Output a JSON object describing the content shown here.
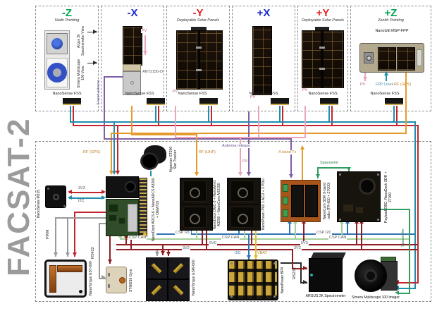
{
  "diagram_title": "FACSAT-2",
  "faces": [
    {
      "title": "-Z",
      "color": "#00a651",
      "subtitle": "Nadir Pointing",
      "view_labels": [
        "Argus 2k Spectrometer View",
        "Simera Multiscape 100 View"
      ],
      "fss_label": "NanoSense FSS"
    },
    {
      "title": "-X",
      "color": "#1c2bd0",
      "antenna_label": "ANT2150-D",
      "xband_label": "X-band antenna",
      "pv_label": "PV",
      "fss_label": "NanoSense FSS"
    },
    {
      "title": "-Y",
      "color": "#e02424",
      "subtitle": "Deployable Solar Panels",
      "pv_label": "PV",
      "fss_label": "NanoSense FSS"
    },
    {
      "title": "+X",
      "color": "#1c2bd0",
      "pv_label": "PV",
      "fss_label": "NanoSense FSS"
    },
    {
      "title": "+Y",
      "color": "#e02424",
      "subtitle": "Deployable Solar Panels",
      "pv_label": "PV",
      "fss_label": "NanoSense FSS"
    },
    {
      "title": "+Z",
      "color": "#00a651",
      "subtitle": "Zenith Pointing",
      "device_label": "NanoUtil MSP-FPP",
      "pv_label": "PV",
      "fpp_label": "FPP Lines",
      "rf_label": "RF (GPS)",
      "fss_label": "NanoSense FSS"
    }
  ],
  "components": {
    "m315": "NanoSense M315",
    "star_tracker": "Hyperion ST200 Star Tracker",
    "adcs_stack": "NanoDock ADCS-6 + NanoADCS A3200 + OEM719",
    "com_stack": "NanoDock DMC-3 + NanoMind A3200 + NanoCom AX2150",
    "eps": "NanoPower P60 1 ACU + 3 PDU",
    "xband_radio": "NanoCom SDR X-band radio (TR-600 + Z7000)",
    "payload_obc": "Payload OBC: NanoDock SDR + Z7000",
    "magnetorquer": "NanoTorque GST-600",
    "gyro": "STIM210 Gyro",
    "reaction_wheels": "NanoTorque GSW-600",
    "battery": "NanoPower BPX",
    "spectrometer": "ARGUS 2K Spectrometer",
    "imager": "Simera Multiscape 100 Imager"
  },
  "wires": {
    "rf_gps": "RF (GPS)",
    "rf_uhf": "RF (UHF)",
    "antenna_release": "Antenna release",
    "xband_antenna": "X-band antenna",
    "xband_tx": "X-band Tx",
    "spacewire": "Spacewire",
    "csp_can": "CSP CAN",
    "csp_i2c": "CSP I2C",
    "i2c": "I2C",
    "vbat": "VBAT",
    "v5": "5V0",
    "v3": "3V3",
    "pv": "PV",
    "rs422": "RS422",
    "rs232": "RS232",
    "pwm": "PWM"
  },
  "colors": {
    "i2c_teal": "#1f8fae",
    "power_red": "#c2262c",
    "bus_dark_red": "#8f1d22",
    "csp_can_green": "#a6cf9a",
    "csp_i2c_blue": "#2e74b5",
    "rf_orange": "#e59a2c",
    "antenna_purple": "#7e5fa5",
    "pv_pink": "#eaa6ba",
    "vbat_yellow": "#e3c12f",
    "spacewire_green": "#2f9e63"
  }
}
